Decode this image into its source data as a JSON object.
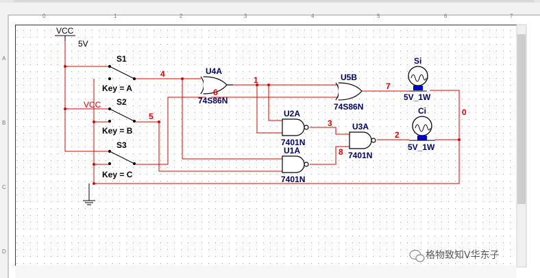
{
  "ruler": {
    "top": [
      "0",
      "1",
      "2",
      "3",
      "4",
      "5",
      "6",
      "7"
    ],
    "left": [
      "A",
      "B",
      "C",
      "D"
    ]
  },
  "power": {
    "vcc_label": "VCC",
    "voltage_label": "5V",
    "vcc_net_label": "VCC"
  },
  "switches": [
    {
      "ref": "S1",
      "key": "Key = A"
    },
    {
      "ref": "S2",
      "key": "Key = B"
    },
    {
      "ref": "S3",
      "key": "Key = C"
    }
  ],
  "gates": {
    "u4a": {
      "ref": "U4A",
      "part": "74S86N"
    },
    "u5b": {
      "ref": "U5B",
      "part": "74S86N"
    },
    "u2a": {
      "ref": "U2A",
      "part": "7401N"
    },
    "u1a": {
      "ref": "U1A",
      "part": "7401N"
    },
    "u3a": {
      "ref": "U3A",
      "part": "7401N"
    }
  },
  "lamps": [
    {
      "ref": "Si",
      "value": "5V_1W"
    },
    {
      "ref": "Ci",
      "value": "5V_1W"
    }
  ],
  "nets": {
    "n4": "4",
    "n5": "5",
    "n6": "6",
    "n1": "1",
    "n3": "3",
    "n7": "7",
    "n2": "2",
    "n8": "8",
    "n0": "0"
  },
  "watermark": "格物致知V华东子",
  "colors": {
    "wire": "#e00000",
    "component": "#000000",
    "label": "#000066",
    "lamp_pin": "#0000cc",
    "grid_dot": "#9a9a9a"
  }
}
